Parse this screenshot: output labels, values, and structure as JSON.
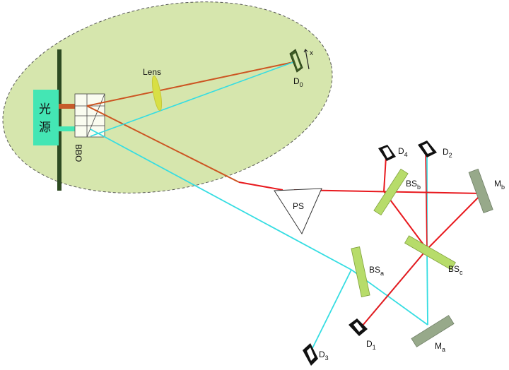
{
  "labels": {
    "source_line1": "光",
    "source_line2": "源",
    "bbo": "BBO",
    "lens": "Lens",
    "ps": "PS",
    "d0": "D",
    "d0_sub": "0",
    "d1": "D",
    "d1_sub": "1",
    "d2": "D",
    "d2_sub": "2",
    "d3": "D",
    "d3_sub": "3",
    "d4": "D",
    "d4_sub": "4",
    "bsa": "BS",
    "bsa_sub": "a",
    "bsb": "BS",
    "bsb_sub": "b",
    "bsc": "BS",
    "bsc_sub": "c",
    "ma": "M",
    "ma_sub": "a",
    "mb": "M",
    "mb_sub": "b",
    "scan": "x"
  },
  "colors": {
    "ellipse_fill": "#d6e6ad",
    "source": "#44e6b4",
    "rail": "#2d4a22",
    "beam_orange": "#cc5522",
    "beam_red": "#e8191e",
    "beam_cyan": "#35dde2",
    "beam_splitter": "#b7dc6a",
    "mirror": "#97a98a",
    "detector": "#111111",
    "detector_d0": "#3f5d25",
    "lens": "#d8df45"
  }
}
